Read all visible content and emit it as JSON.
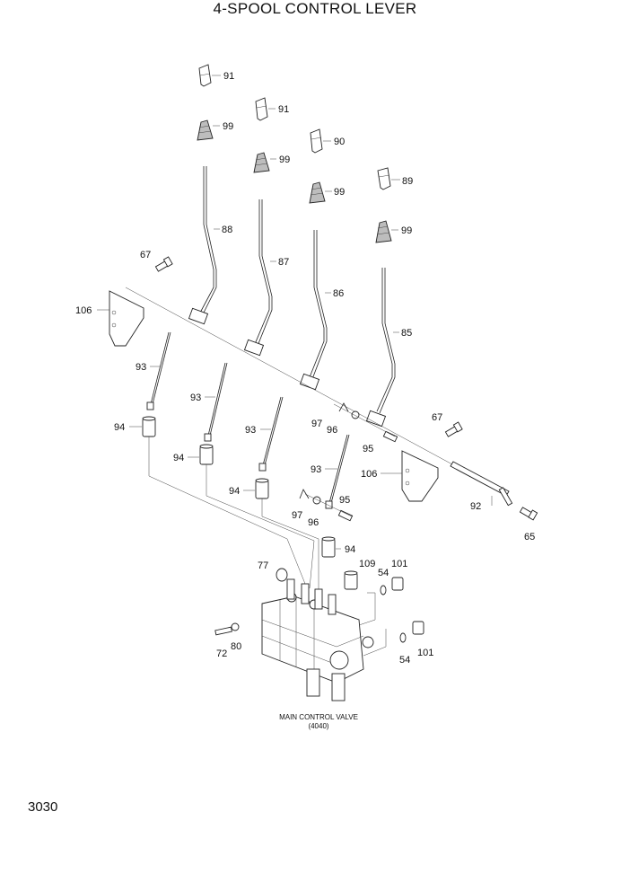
{
  "title": "4-SPOOL CONTROL LEVER",
  "page_number": "3030",
  "caption": {
    "line1": "MAIN CONTROL VALVE",
    "line2": "(4040)"
  },
  "labels": {
    "knob_91a": "91",
    "knob_91b": "91",
    "knob_90": "90",
    "knob_89": "89",
    "boot_99a": "99",
    "boot_99b": "99",
    "boot_99c": "99",
    "boot_99d": "99",
    "lever_88": "88",
    "lever_87": "87",
    "lever_86": "86",
    "lever_85": "85",
    "bolt_67_left": "67",
    "bolt_67_right": "67",
    "bracket_106_left": "106",
    "bracket_106_right": "106",
    "link_93a": "93",
    "link_93b": "93",
    "link_93c": "93",
    "link_93d": "93",
    "cap_94a": "94",
    "cap_94b": "94",
    "cap_94c": "94",
    "cap_94d": "94",
    "pin_97a": "97",
    "pin_97b": "97",
    "washer_96a": "96",
    "washer_96b": "96",
    "pin_95a": "95",
    "pin_95b": "95",
    "shaft_92": "92",
    "bolt_65": "65",
    "cap_77": "77",
    "plug_109": "109",
    "oring_54a": "54",
    "oring_54b": "54",
    "fitting_101a": "101",
    "fitting_101b": "101",
    "bolt_72": "72",
    "washer_80": "80"
  }
}
